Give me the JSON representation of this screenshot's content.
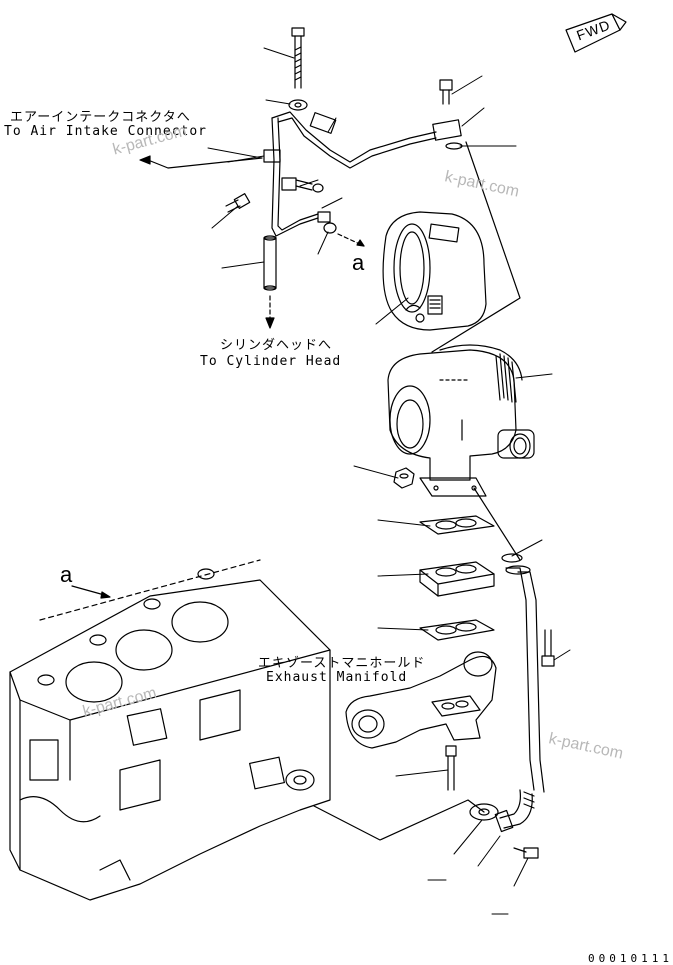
{
  "direction": {
    "label": "FWD"
  },
  "callouts": {
    "air_intake_jp": "エアーインテークコネクタへ",
    "air_intake_en": "To Air Intake Connector",
    "cylinder_head_jp": "シリンダヘッドへ",
    "cylinder_head_en": "To Cylinder Head",
    "exhaust_manifold_jp": "エキゾーストマニホールド",
    "exhaust_manifold_en": "Exhaust Manifold"
  },
  "reference_marks": {
    "a_upper": "a",
    "a_lower": "a"
  },
  "watermarks": [
    "k-part.com",
    "k-part.com",
    "k-part.com",
    "k-part.com"
  ],
  "drawing_number": "00010111",
  "colors": {
    "line": "#000000",
    "watermark": "#b8b8b8"
  }
}
